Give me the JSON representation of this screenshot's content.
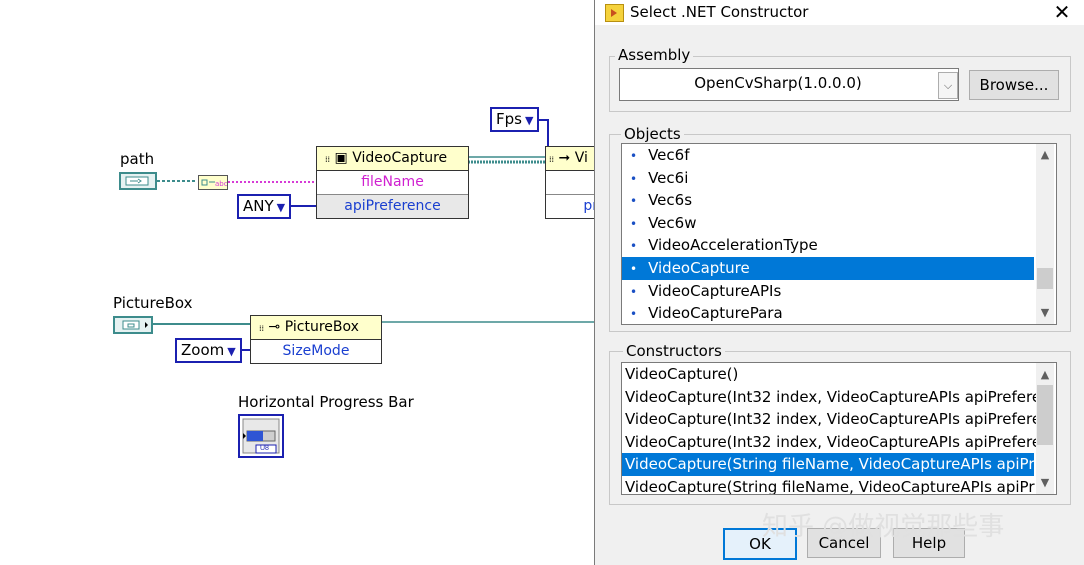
{
  "diagram": {
    "path_label": "path",
    "picturebox_label": "PictureBox",
    "progress_label": "Horizontal Progress Bar",
    "fps_enum": "Fps",
    "any_enum": "ANY",
    "zoom_enum": "Zoom",
    "vc_node": {
      "title": "VideoCapture",
      "field1": "fileName",
      "field2": "apiPreference"
    },
    "pb_node": {
      "title": "PictureBox",
      "field1": "SizeMode"
    },
    "partial_node": {
      "title": "Vi",
      "field1": "pr"
    },
    "progress_icon_text": "U8",
    "colors": {
      "wire_teal": "#3d8c8c",
      "wire_pink": "#d63cd6",
      "enum_border": "#1b20b0",
      "node_header": "#ffffcc",
      "field_magenta": "#d020d0",
      "field_blue": "#1a3fd0"
    }
  },
  "dialog": {
    "title": "Select .NET Constructor",
    "close_icon": "close-icon",
    "assembly_label": "Assembly",
    "assembly_value": "OpenCvSharp(1.0.0.0)",
    "browse_label": "Browse...",
    "objects_label": "Objects",
    "objects": [
      "Vec6f",
      "Vec6i",
      "Vec6s",
      "Vec6w",
      "VideoAccelerationType",
      "VideoCapture",
      "VideoCaptureAPIs",
      "VideoCapturePara"
    ],
    "objects_selected_index": 5,
    "constructors_label": "Constructors",
    "constructors": [
      "VideoCapture()",
      "VideoCapture(Int32 index, VideoCaptureAPIs apiPrefere",
      "VideoCapture(Int32 index, VideoCaptureAPIs apiPrefere",
      "VideoCapture(Int32 index, VideoCaptureAPIs apiPrefere",
      "VideoCapture(String fileName, VideoCaptureAPIs apiPr",
      "VideoCapture(String fileName, VideoCaptureAPIs apiPr"
    ],
    "constructors_selected_index": 4,
    "ok_label": "OK",
    "cancel_label": "Cancel",
    "help_label": "Help",
    "accent_color": "#0078d7"
  },
  "watermark": "知乎 @做视觉那些事"
}
